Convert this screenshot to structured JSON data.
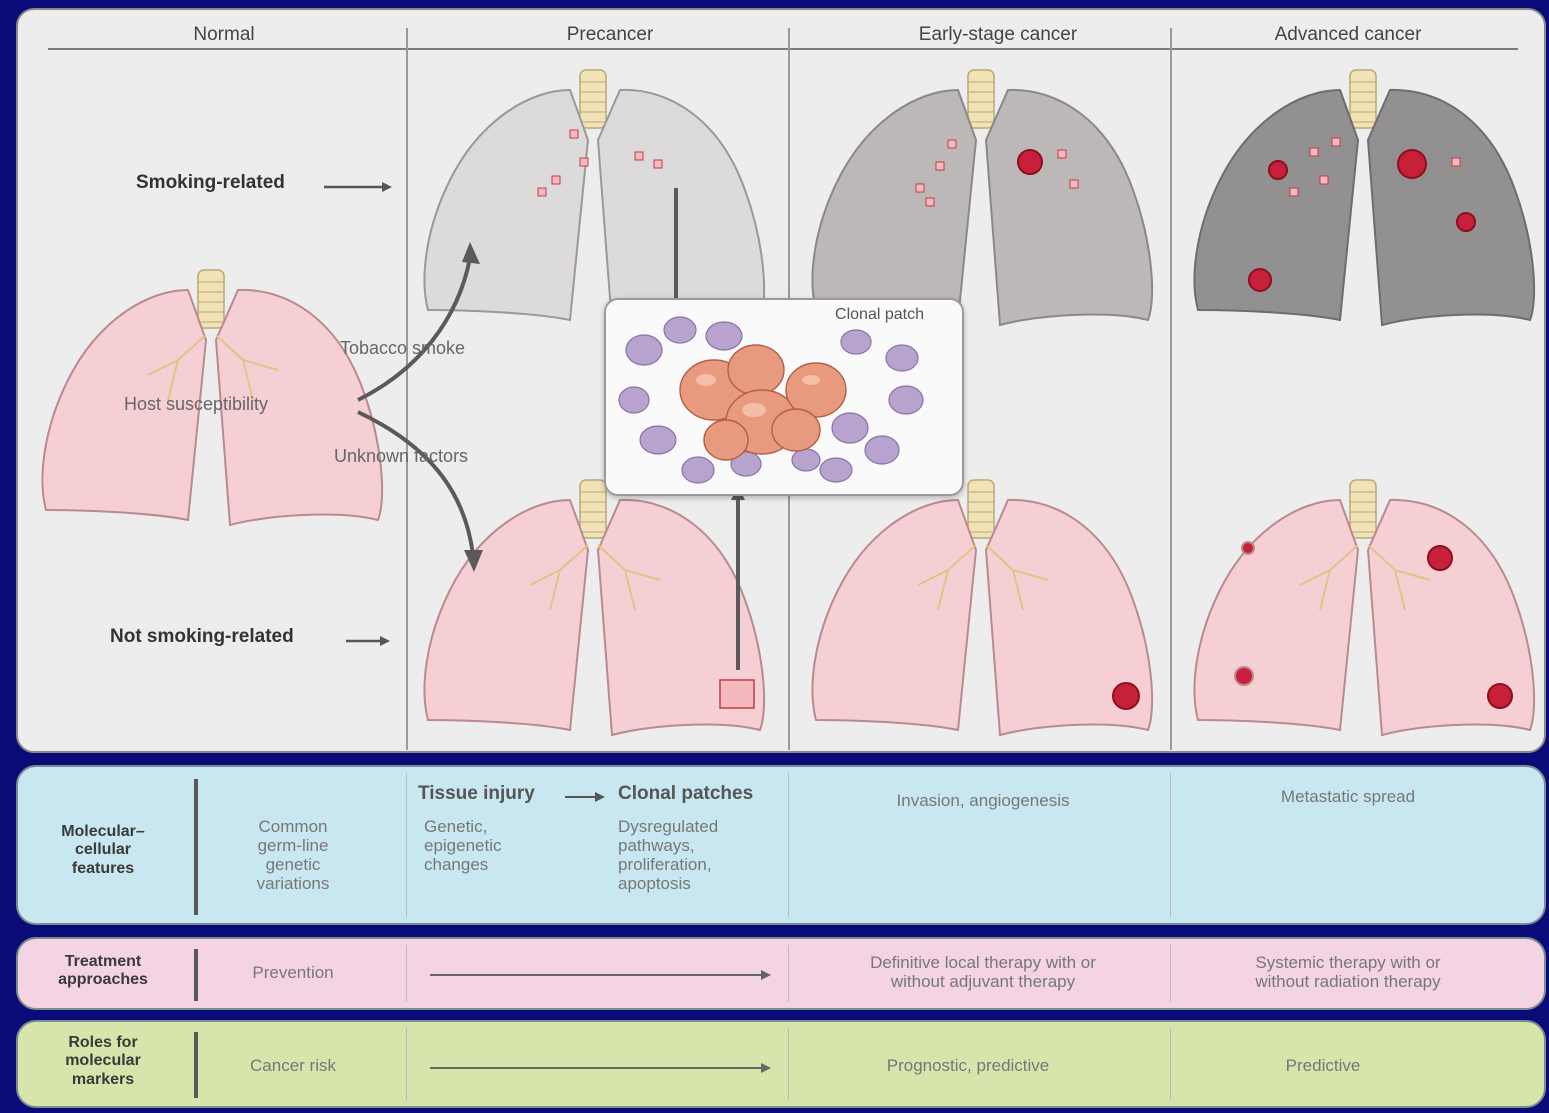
{
  "columns": [
    "Normal",
    "Precancer",
    "Early-stage cancer",
    "Advanced cancer"
  ],
  "rows": {
    "smoking": "Smoking-related",
    "not_smoking": "Not smoking-related"
  },
  "labels": {
    "tobacco": "Tobacco smoke",
    "host": "Host susceptibility",
    "unknown": "Unknown factors",
    "clonal": "Clonal patch"
  },
  "molecular": {
    "label": "Molecular–\ncellular\nfeatures",
    "normal": "Common\ngerm-line\ngenetic\nvariations",
    "tissue_injury_head": "Tissue injury",
    "clonal_patches_head": "Clonal patches",
    "tissue_injury": "Genetic,\nepigenetic\nchanges",
    "clonal_patches": "Dysregulated\npathways,\nproliferation,\napoptosis",
    "early": "Invasion, angiogenesis",
    "advanced": "Metastatic spread"
  },
  "treatment": {
    "label": "Treatment\napproaches",
    "normal": "Prevention",
    "early": "Definitive local therapy with or\nwithout adjuvant therapy",
    "advanced": "Systemic therapy with or\nwithout radiation therapy"
  },
  "markers": {
    "label": "Roles for\nmolecular\nmarkers",
    "normal": "Cancer risk",
    "early": "Prognostic, predictive",
    "advanced": "Predictive"
  },
  "colors": {
    "background": "#0a0a78",
    "panel": "#ededed",
    "blue_band": "#c9e7f0",
    "pink_band": "#f4d3e2",
    "green_band": "#d7e4ab",
    "lung_pink": "#f5cfd3",
    "lung_gray_light": "#d9d6d6",
    "lung_gray_mid": "#b9b5b5",
    "lung_gray_dark": "#8f8c8c",
    "tumor_red": "#c8203a"
  }
}
